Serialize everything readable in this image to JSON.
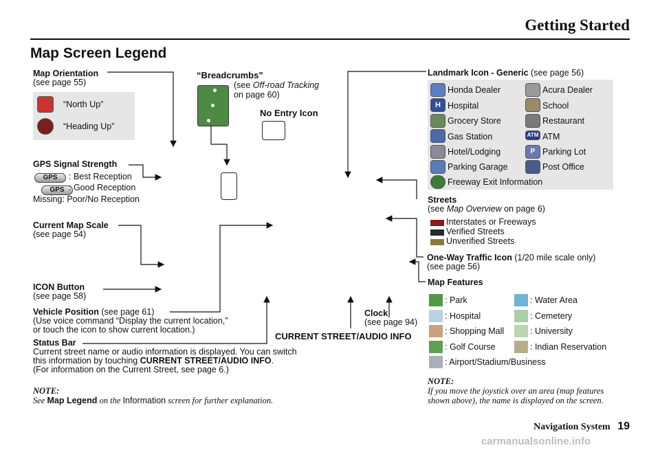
{
  "header": {
    "section": "Getting Started",
    "page_title": "Map Screen Legend"
  },
  "map_orientation": {
    "label": "Map Orientation",
    "ref": "(see page 55)",
    "north_up": "“North Up”",
    "heading_up": "“Heading Up”"
  },
  "gps": {
    "label": "GPS Signal Strength",
    "best": ": Best Reception",
    "good": ": Good Reception",
    "missing": "Missing: Poor/No Reception",
    "badge": "GPS"
  },
  "scale": {
    "label": "Current Map Scale",
    "ref": "(see page 54)"
  },
  "icon_button": {
    "label": "ICON Button",
    "ref": "(see page 58)"
  },
  "vehicle": {
    "label": "Vehicle Position",
    "ref": " (see page 61)",
    "line2": "(Use voice command “Display the current location,”",
    "line3": "or touch the icon to show current location.)"
  },
  "status_bar": {
    "label": "Status Bar",
    "line1": "Current street name or audio information is displayed. You can switch",
    "line2a": "this information by touching ",
    "line2b": "CURRENT STREET/AUDIO INFO",
    "line2c": ".",
    "line3": "(For information on the Current Street, see page 6.)"
  },
  "note_left": {
    "label": "NOTE:",
    "see": "See ",
    "legend": "Map Legend",
    "on_the": " on the ",
    "info": "Information",
    "rest": " screen for further explanation."
  },
  "breadcrumbs": {
    "label": "“Breadcrumbs”",
    "see": "(see ",
    "ital": "Off-road Tracking",
    "page": "on page 60)"
  },
  "no_entry": {
    "label": "No Entry Icon"
  },
  "current_street": {
    "label": "CURRENT STREET/AUDIO INFO"
  },
  "clock": {
    "label": "Clock",
    "ref": "(see page 94)"
  },
  "landmark": {
    "label": "Landmark Icon - Generic",
    "ref": " (see page 56)",
    "items": [
      "Honda Dealer",
      "Acura Dealer",
      "Hospital",
      "School",
      "Grocery Store",
      "Restaurant",
      "Gas Station",
      "ATM",
      "Hotel/Lodging",
      "Parking Lot",
      "Parking Garage",
      "Post Office",
      "Freeway Exit Information"
    ],
    "atm_badge": "ATM",
    "hospital_badge": "H",
    "parking_badge": "P"
  },
  "streets": {
    "label": "Streets",
    "see": "(see ",
    "ital": "Map Overview",
    "page": " on page 6)",
    "items": [
      {
        "name": "Interstates or Freeways",
        "color": "#8b1a1a"
      },
      {
        "name": "Verified Streets",
        "color": "#2a2a2a"
      },
      {
        "name": "Unverified Streets",
        "color": "#8a7a3a"
      }
    ]
  },
  "one_way": {
    "label": "One-Way Traffic Icon",
    "note": " (1/20 mile scale only)",
    "ref": "(see page 56)"
  },
  "map_features": {
    "label": "Map Features",
    "items": [
      {
        "name": ": Park",
        "color": "#4f9a47"
      },
      {
        "name": ": Water Area",
        "color": "#6fb3d6"
      },
      {
        "name": ": Hospital",
        "color": "#b9d3e2"
      },
      {
        "name": ": Cemetery",
        "color": "#a8cfa8"
      },
      {
        "name": ": Shopping Mall",
        "color": "#c9a17c"
      },
      {
        "name": ": University",
        "color": "#b8d6b0"
      },
      {
        "name": ": Golf Course",
        "color": "#5ea050"
      },
      {
        "name": ": Indian Reservation",
        "color": "#b9ac8a"
      },
      {
        "name": ": Airport/Stadium/Business",
        "color": "#a9b0ba"
      }
    ]
  },
  "note_right": {
    "label": "NOTE:",
    "line1": "If you move the joystick over an area (map features",
    "line2": "shown above), the name is displayed on the screen."
  },
  "footer": {
    "system": "Navigation System",
    "page": "19",
    "watermark": "carmanualsonline.info"
  }
}
